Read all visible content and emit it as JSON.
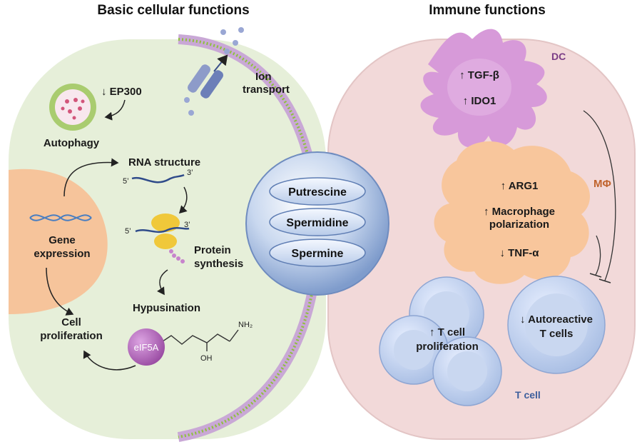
{
  "titles": {
    "left": "Basic cellular functions",
    "right": "Immune functions"
  },
  "center": {
    "pills": [
      "Putrescine",
      "Spermidine",
      "Spermine"
    ]
  },
  "left_cell": {
    "ion_transport": [
      "Ion",
      "transport"
    ],
    "ep300": "↓ EP300",
    "autophagy": "Autophagy",
    "rna_structure": "RNA structure",
    "five_prime": "5’",
    "three_prime": "3’",
    "gene_expression": [
      "Gene",
      "expression"
    ],
    "protein_synthesis": [
      "Protein",
      "synthesis"
    ],
    "hypusination": "Hypusination",
    "cell_proliferation": [
      "Cell",
      "proliferation"
    ],
    "eif5a": "eIF5A",
    "oh": "OH",
    "nh2": "NH₂"
  },
  "right_cell": {
    "dc_label": "DC",
    "dc_items": [
      "↑ TGF-β",
      "↑ IDO1"
    ],
    "mphi_label": "MΦ",
    "mphi_items": [
      "↑ ARG1",
      "↑ Macrophage",
      "polarization",
      "↓ TNF-α"
    ],
    "tcell_prolif": [
      "↑ T cell",
      "proliferation"
    ],
    "autoreactive": [
      "↓ Autoreactive",
      "T cells"
    ],
    "tcell_label": "T cell"
  },
  "colors": {
    "left_bg": "#e6efd9",
    "right_bg": "#f3dcdc",
    "membrane_lipid": "#c9a8d6",
    "membrane_green": "#8fbf3f",
    "nucleus": "#f6c49b",
    "dc": "#d79ad9",
    "macrophage": "#f8c69c",
    "tcell": "#b9cbe8",
    "ribosome": "#f0c83a",
    "eif5a": "#b868bf",
    "accent_label": "#c0632c",
    "tcell_label": "#3d5e9c",
    "dc_label": "#7b3d86"
  }
}
